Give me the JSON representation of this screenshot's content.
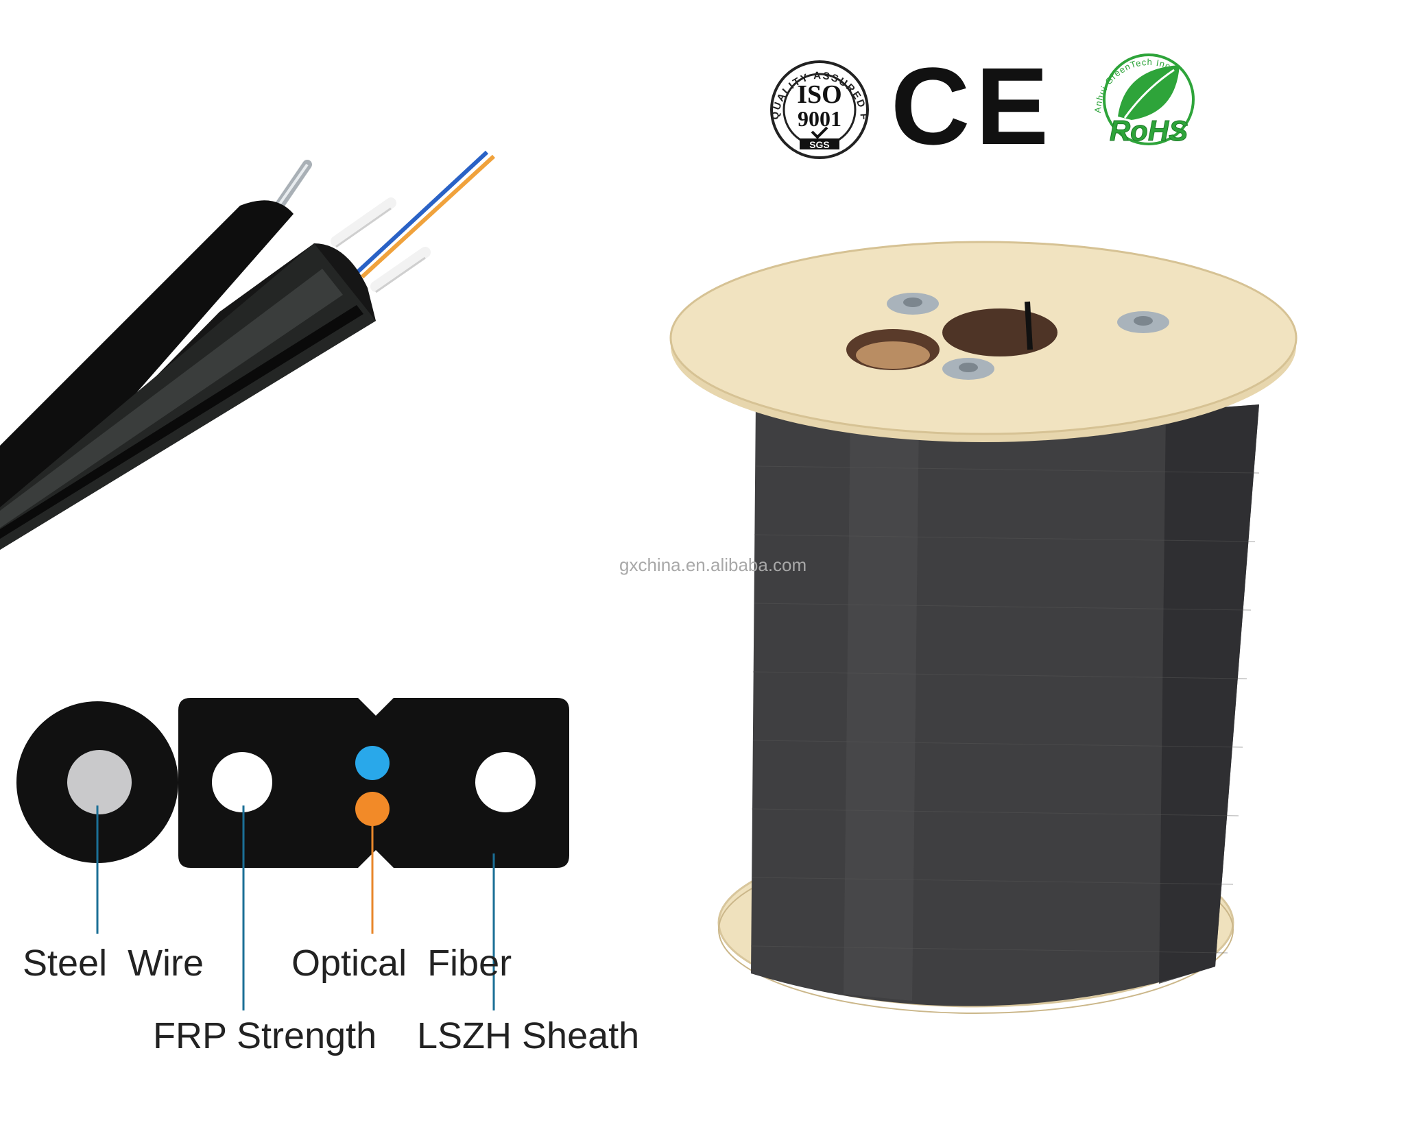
{
  "certifications": {
    "iso": {
      "ring_text": "QUALITY ASSURED FIRM",
      "line1": "ISO",
      "line2": "9001",
      "footer": "SGS"
    },
    "ce": {
      "mark": "CE"
    },
    "rohs": {
      "mark": "RoHS",
      "ring_text": "Anhui GreenTech Inc."
    }
  },
  "watermark": "gxchina.en.alibaba.com",
  "labels": {
    "steel_wire": "Steel  Wire",
    "frp_strength": "FRP Strength",
    "optical_fiber": "Optical  Fiber",
    "lszh_sheath": "LSZH Sheath"
  },
  "colors": {
    "sheath": "#111111",
    "steel_wire": "#c9c9cb",
    "fiber_blue": "#29a8ea",
    "fiber_orange": "#f28a28",
    "leader_line": "#1b6f96",
    "leader_line_orange": "#e8872b",
    "reel_wood": "#efe1bd",
    "cable_drum": "#3e3e40",
    "rohs_green": "#2ea43a"
  }
}
